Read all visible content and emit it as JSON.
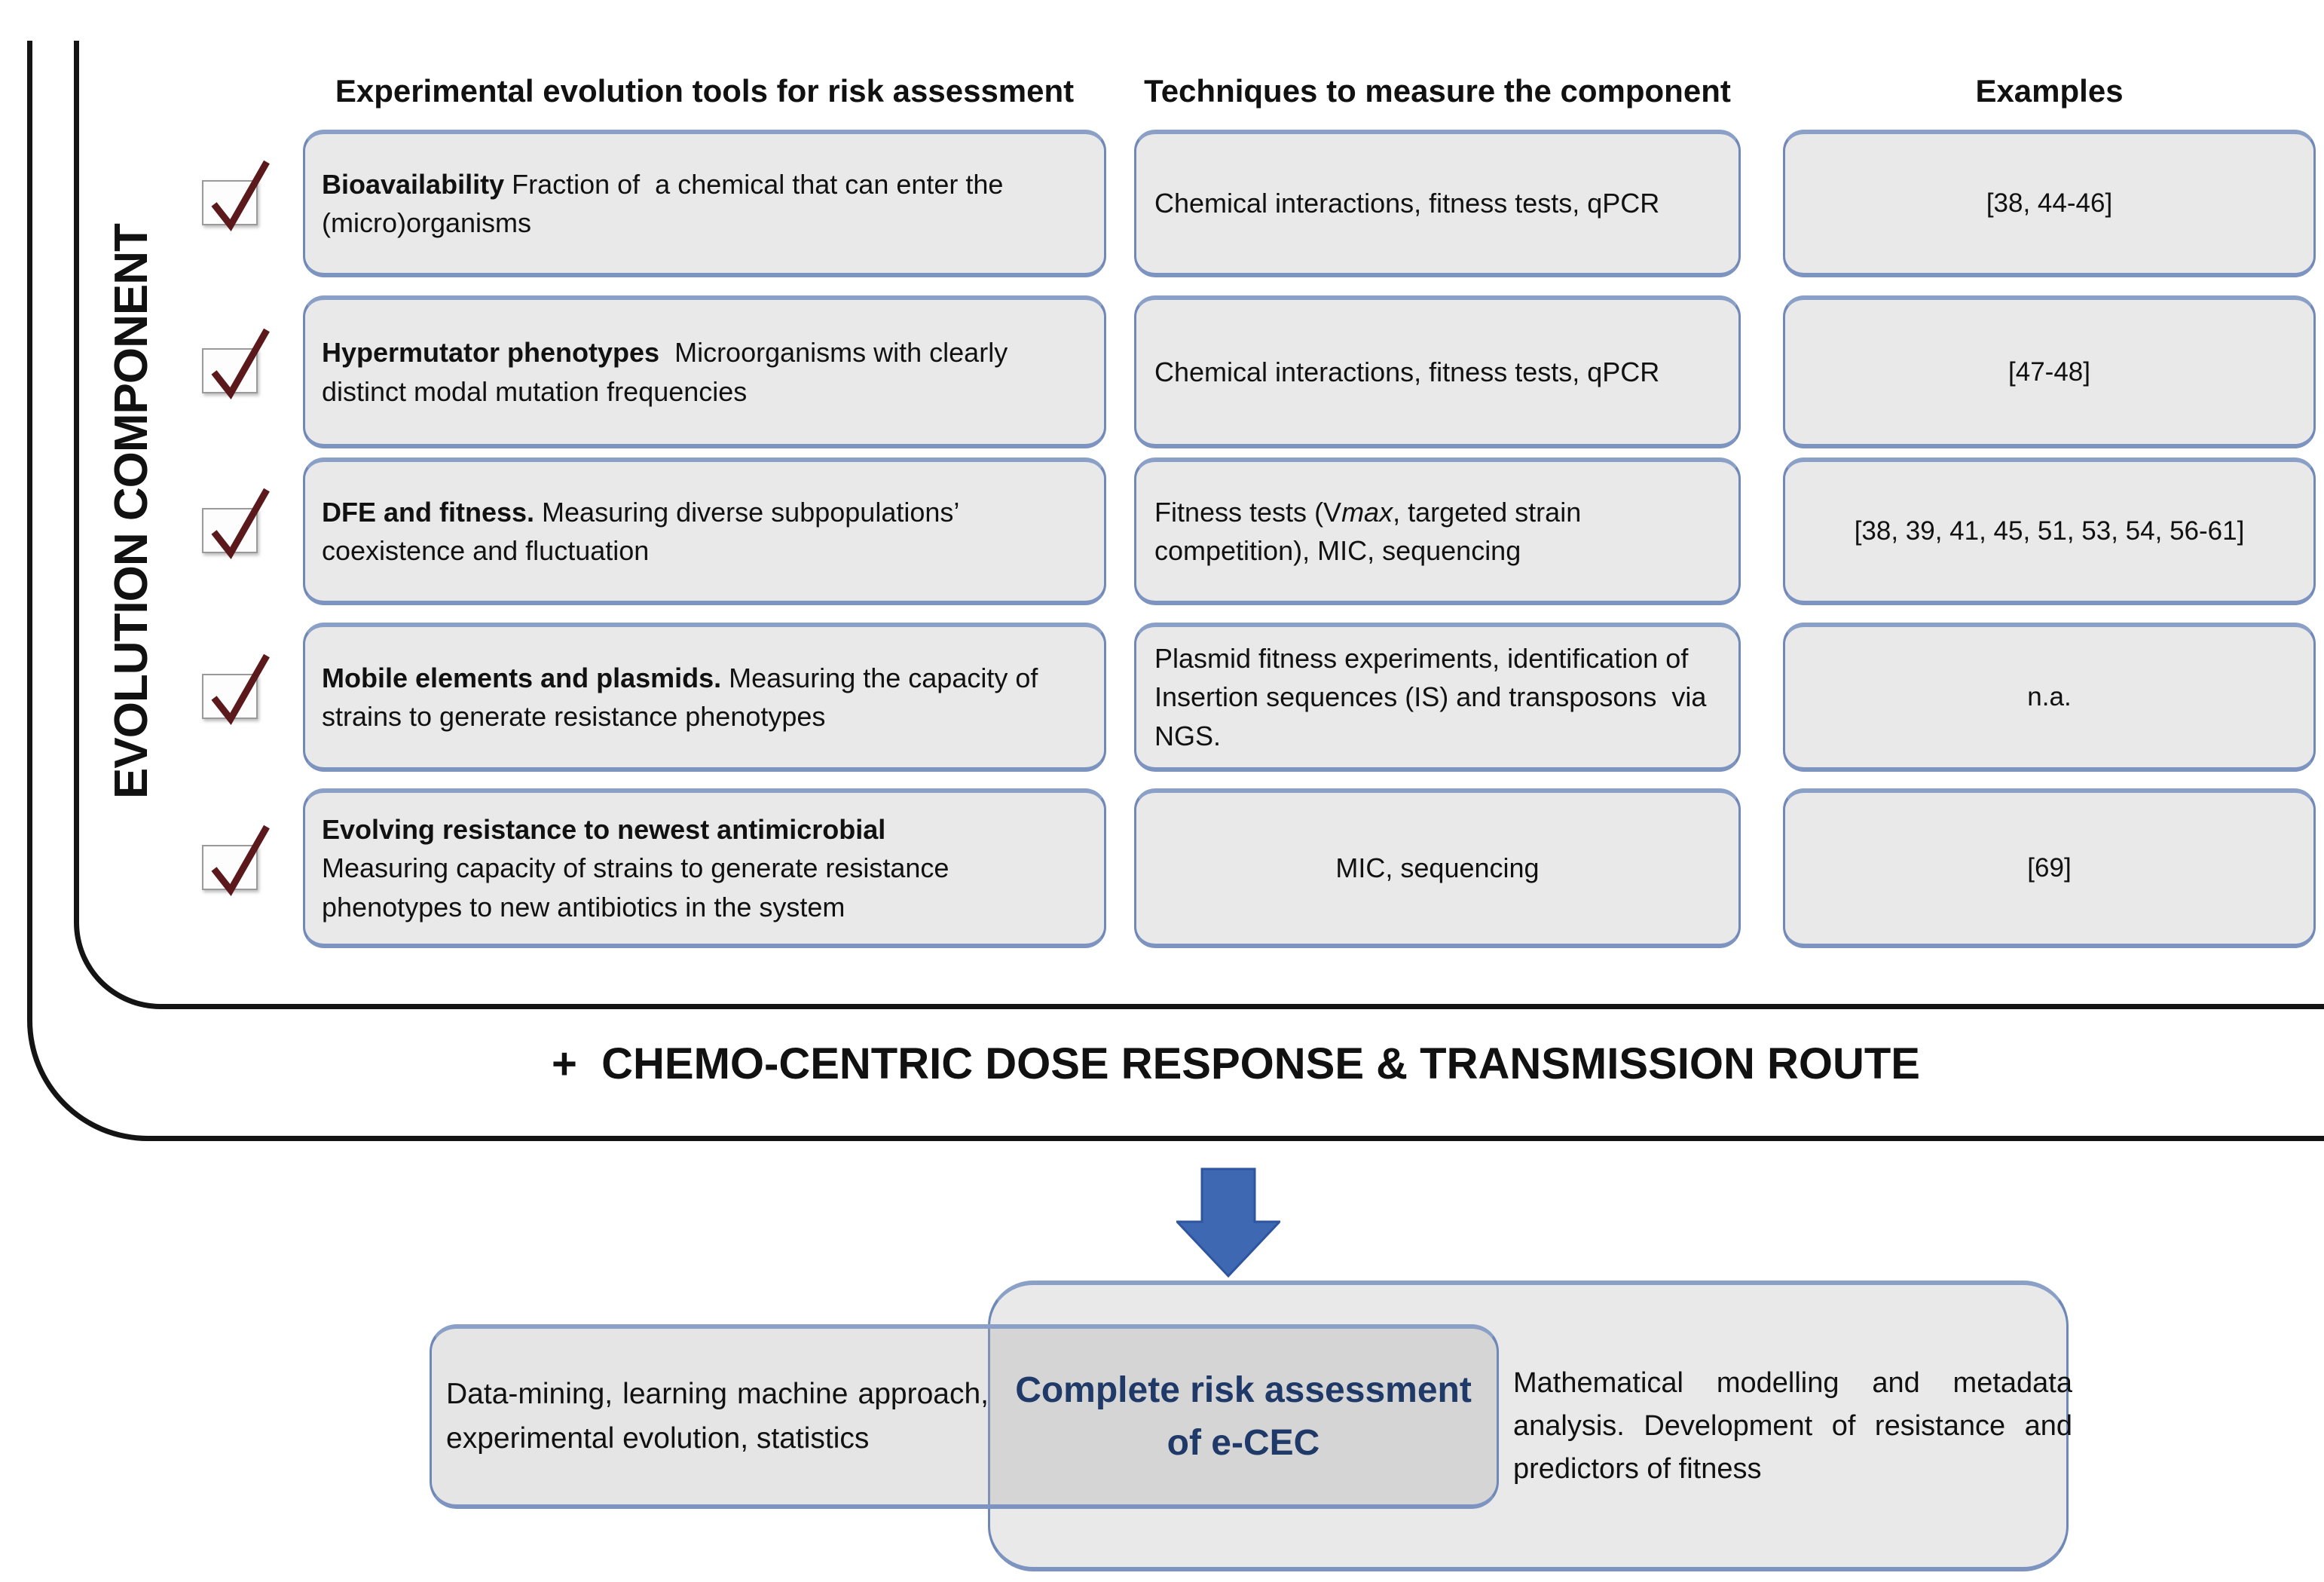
{
  "palette": {
    "box_fill": "#e9e9e9",
    "box_border": "#7288b7",
    "overlap_fill": "#d6d6d6",
    "arrow_blue": "#3e68b1",
    "arrow_blue_edge": "#2d55a0",
    "check_maroon": "#5c191c",
    "navy_text": "#1f3a68",
    "frame_black": "#141414"
  },
  "side_label": "EVOLUTION COMPONENT",
  "headers": {
    "tools": "Experimental evolution tools for risk assessment",
    "techniques": "Techniques to measure the component",
    "examples": "Examples"
  },
  "rows": [
    {
      "tool": [
        {
          "t": "Bioavailability",
          "b": true
        },
        {
          "t": " Fraction of  a chemical that can enter the (micro)organisms"
        }
      ],
      "technique": [
        {
          "t": "Chemical interactions, fitness tests, qPCR"
        }
      ],
      "example": "[38, 44-46]"
    },
    {
      "tool": [
        {
          "t": "Hypermutator phenotypes",
          "b": true
        },
        {
          "t": "  Microorganisms with clearly distinct modal mutation frequencies"
        }
      ],
      "technique": [
        {
          "t": "Chemical interactions, fitness tests, qPCR"
        }
      ],
      "example": "[47-48]"
    },
    {
      "tool": [
        {
          "t": "DFE and fitness.",
          "b": true
        },
        {
          "t": " Measuring diverse subpopulations’ coexistence and fluctuation"
        }
      ],
      "technique": [
        {
          "t": "Fitness tests (V"
        },
        {
          "t": "max",
          "i": true
        },
        {
          "t": ", targeted strain competition), MIC, sequencing"
        }
      ],
      "example": "[38, 39, 41, 45, 51, 53, 54, 56-61]"
    },
    {
      "tool": [
        {
          "t": "Mobile elements and plasmids.",
          "b": true
        },
        {
          "t": " Measuring the capacity of strains to generate resistance phenotypes"
        }
      ],
      "technique": [
        {
          "t": "Plasmid fitness experiments, identification of Insertion sequences (IS) and transposons  via NGS."
        }
      ],
      "example": "n.a."
    },
    {
      "tool": [
        {
          "t": "Evolving resistance to newest antimicrobial",
          "b": true
        },
        {
          "t": "\nMeasuring capacity of strains to generate resistance phenotypes to new antibiotics in the system"
        }
      ],
      "technique": [
        {
          "t": "MIC, sequencing"
        }
      ],
      "example": "[69]"
    }
  ],
  "banner": "+  CHEMO-CENTRIC DOSE RESPONSE & TRANSMISSION ROUTE",
  "bottom": {
    "left_text": "Data-mining, learning machine approach, experimental evolution, statistics",
    "center_title": "Complete risk assessment\nof e-CEC",
    "right_text": "Mathematical modelling and metadata analysis. Development of resistance and predictors of fitness"
  }
}
